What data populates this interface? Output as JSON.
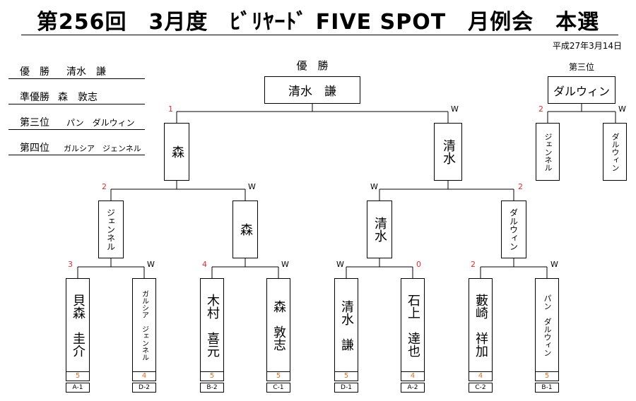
{
  "title": "第256回　3月度　ﾋﾞﾘﾔｰﾄﾞ FIVE SPOT　月例会　本選",
  "date": "平成27年3月14日",
  "results": [
    {
      "label": "優　勝",
      "value": "清水　謙"
    },
    {
      "label": "準優勝",
      "value": "森　敦志"
    },
    {
      "label": "第三位",
      "value": "パン　ダルウィン"
    },
    {
      "label": "第四位",
      "value": "ガルシア　ジェンネル"
    }
  ],
  "champion": {
    "heading": "優　勝",
    "name": "清水　謙"
  },
  "final": {
    "left": {
      "name": "森",
      "score": "1"
    },
    "right": {
      "name": "清水",
      "score": "W"
    }
  },
  "semis": [
    {
      "name": "ジェンネル",
      "score": "2"
    },
    {
      "name": "森",
      "score": "W"
    },
    {
      "name": "清水",
      "score": "W"
    },
    {
      "name": "ダルウィン",
      "score": "2"
    }
  ],
  "players": [
    {
      "name": "貝森　圭介",
      "score": "3",
      "seed": "5",
      "code": "A-1"
    },
    {
      "name": "ガルシア　ジェンネル",
      "score": "W",
      "seed": "4",
      "code": "D-2"
    },
    {
      "name": "木村　喜元",
      "score": "4",
      "seed": "5",
      "code": "B-2"
    },
    {
      "name": "森　敦志",
      "score": "W",
      "seed": "5",
      "code": "C-1"
    },
    {
      "name": "清水　謙",
      "score": "W",
      "seed": "5",
      "code": "D-1"
    },
    {
      "name": "石上　達也",
      "score": "0",
      "seed": "4",
      "code": "A-2"
    },
    {
      "name": "藪崎　祥加",
      "score": "2",
      "seed": "4",
      "code": "C-2"
    },
    {
      "name": "パン　ダルウィン",
      "score": "W",
      "seed": "5",
      "code": "B-1"
    }
  ],
  "third_place": {
    "heading": "第三位",
    "winner": "ダルウィン",
    "left": {
      "name": "ジェンネル",
      "score": "2"
    },
    "right": {
      "name": "ダルウィン",
      "score": "W"
    }
  },
  "colors": {
    "loss_score": "#e03030",
    "seed": "#e07020",
    "line": "#000000"
  }
}
